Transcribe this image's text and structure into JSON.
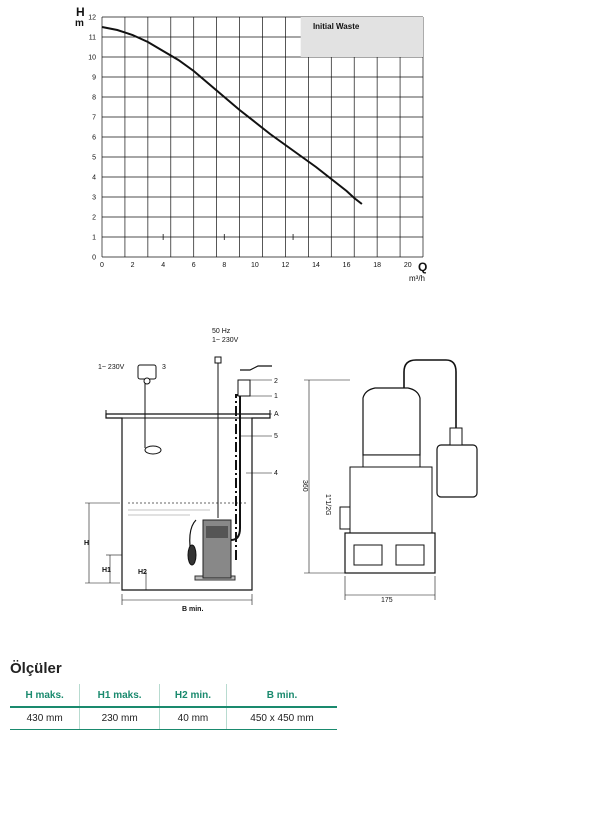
{
  "chart_data": {
    "type": "line",
    "legend": "Initial Waste",
    "y_axis": {
      "symbol": "H",
      "unit": "m",
      "ticks": [
        0,
        1,
        2,
        3,
        4,
        5,
        6,
        7,
        8,
        9,
        10,
        11,
        12
      ],
      "range": [
        0,
        12
      ]
    },
    "x_axis": {
      "symbol": "Q",
      "unit": "m³/h",
      "ticks": [
        0,
        2,
        4,
        6,
        8,
        10,
        12,
        14,
        16,
        18,
        20
      ],
      "range": [
        0,
        21
      ]
    },
    "grid": true,
    "series": [
      {
        "x": [
          0,
          1,
          2,
          3,
          4,
          5,
          6,
          7,
          8,
          9,
          10,
          11,
          12,
          13,
          14,
          15,
          16,
          16.5,
          17
        ],
        "y": [
          11.5,
          11.35,
          11.1,
          10.75,
          10.3,
          9.85,
          9.3,
          8.65,
          8.0,
          7.35,
          6.75,
          6.15,
          5.6,
          5.05,
          4.5,
          3.9,
          3.3,
          2.95,
          2.65
        ]
      }
    ]
  },
  "diagram": {
    "supply_label_freq": "50 Hz",
    "supply_label_voltage": "1~ 230V",
    "alarm_voltage": "1~ 230V",
    "callouts": [
      "1",
      "2",
      "3",
      "4",
      "5",
      "A"
    ],
    "dims": {
      "H": "H",
      "H1": "H1",
      "H2": "H2",
      "B": "B min."
    },
    "pump_height": "360",
    "pump_width": "175",
    "outlet_thread": "1\"1/2G"
  },
  "dimensions": {
    "title": "Ölçüler",
    "headers": [
      "H maks.",
      "H1 maks.",
      "H2 min.",
      "B min."
    ],
    "rows": [
      [
        "430 mm",
        "230 mm",
        "40 mm",
        "450 x 450 mm"
      ]
    ]
  }
}
